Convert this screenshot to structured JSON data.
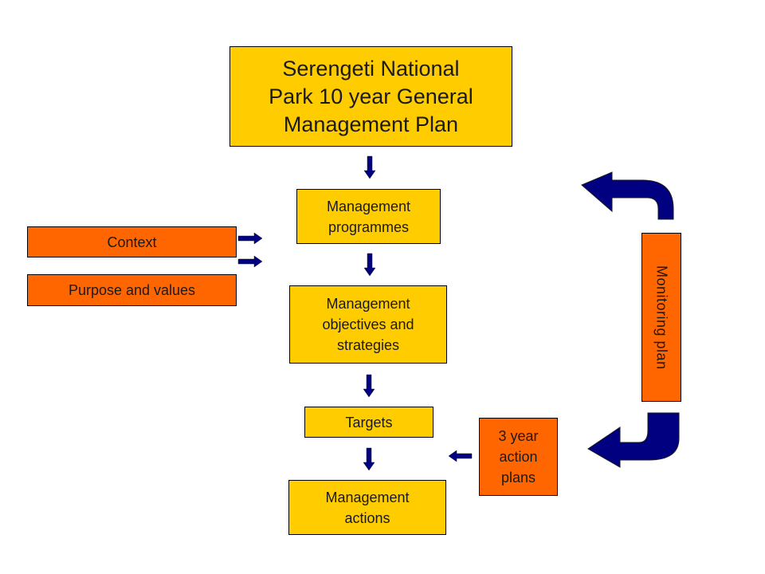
{
  "diagram": {
    "title_box": {
      "line1": "Serengeti National",
      "line2": "Park 10 year General",
      "line3": "Management Plan"
    },
    "programmes_box": {
      "line1": "Management",
      "line2": "programmes"
    },
    "objectives_box": {
      "line1": "Management",
      "line2": "objectives and",
      "line3": "strategies"
    },
    "targets_box": {
      "label": "Targets"
    },
    "actions_box": {
      "line1": "Management",
      "line2": "actions"
    },
    "context_box": {
      "label": "Context"
    },
    "purpose_box": {
      "label": "Purpose and values"
    },
    "monitoring_box": {
      "label": "Monitoring plan"
    },
    "action_plans_box": {
      "line1": "3 year",
      "line2": "action",
      "line3": "plans"
    }
  },
  "colors": {
    "yellow_box": "#ffcc00",
    "orange_box": "#ff6600",
    "arrow_navy": "#000080"
  }
}
